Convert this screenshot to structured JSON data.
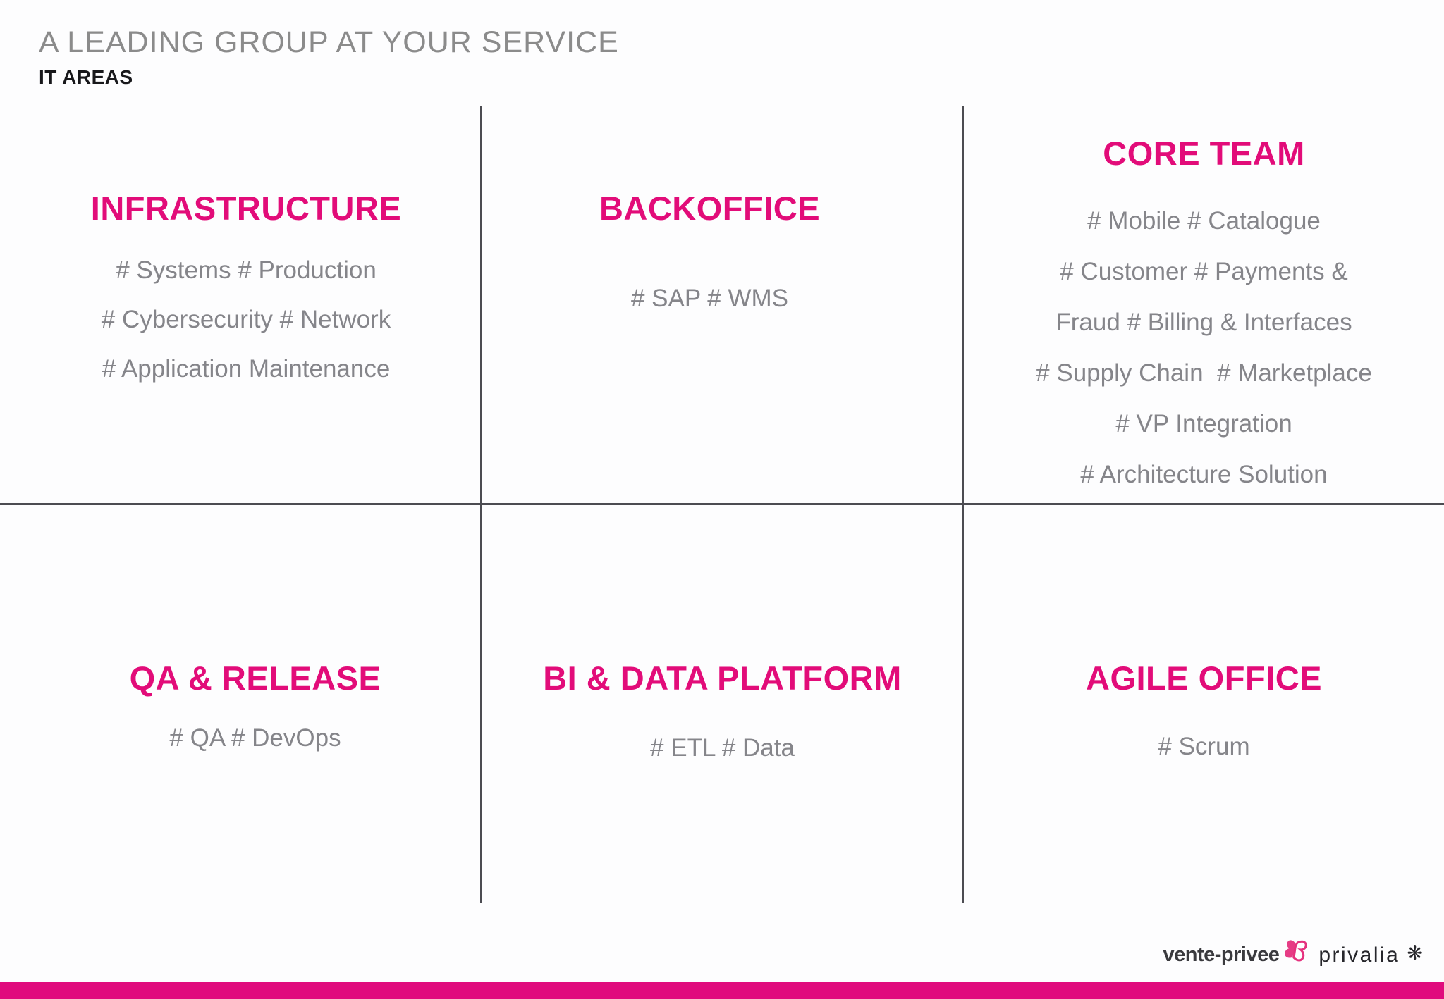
{
  "header": {
    "title": "A LEADING GROUP AT YOUR SERVICE",
    "subtitle": "IT AREAS"
  },
  "colors": {
    "accent_pink": "#e20c79",
    "bar_pink": "#e00b7d",
    "body_gray": "#85858a",
    "title_gray": "#8b8b8b",
    "subtitle_color": "#18181b",
    "line_color": "#4c4c52",
    "logo_dark": "#3a3a3e"
  },
  "grid": {
    "cells": [
      {
        "id": "infrastructure",
        "title": "INFRASTRUCTURE",
        "lines": [
          "# Systems # Production",
          "# Cybersecurity # Network",
          "# Application Maintenance"
        ]
      },
      {
        "id": "backoffice",
        "title": "BACKOFFICE",
        "lines": [
          "# SAP # WMS"
        ]
      },
      {
        "id": "core-team",
        "title": "CORE TEAM",
        "lines": [
          "# Mobile # Catalogue",
          "# Customer # Payments &",
          "Fraud # Billing & Interfaces",
          "# Supply Chain  # Marketplace",
          "# VP Integration",
          "# Architecture Solution"
        ]
      },
      {
        "id": "qa-release",
        "title": "QA & RELEASE",
        "lines": [
          "# QA # DevOps"
        ]
      },
      {
        "id": "bi-data-platform",
        "title": "BI & DATA PLATFORM",
        "lines": [
          "# ETL # Data"
        ]
      },
      {
        "id": "agile-office",
        "title": "AGILE OFFICE",
        "lines": [
          "# Scrum"
        ]
      }
    ]
  },
  "footer": {
    "vente_privee_label": "vente-privee",
    "butterfly_icon": "butterfly-icon",
    "privalia_label": "privalia",
    "privalia_mark": "❋"
  }
}
